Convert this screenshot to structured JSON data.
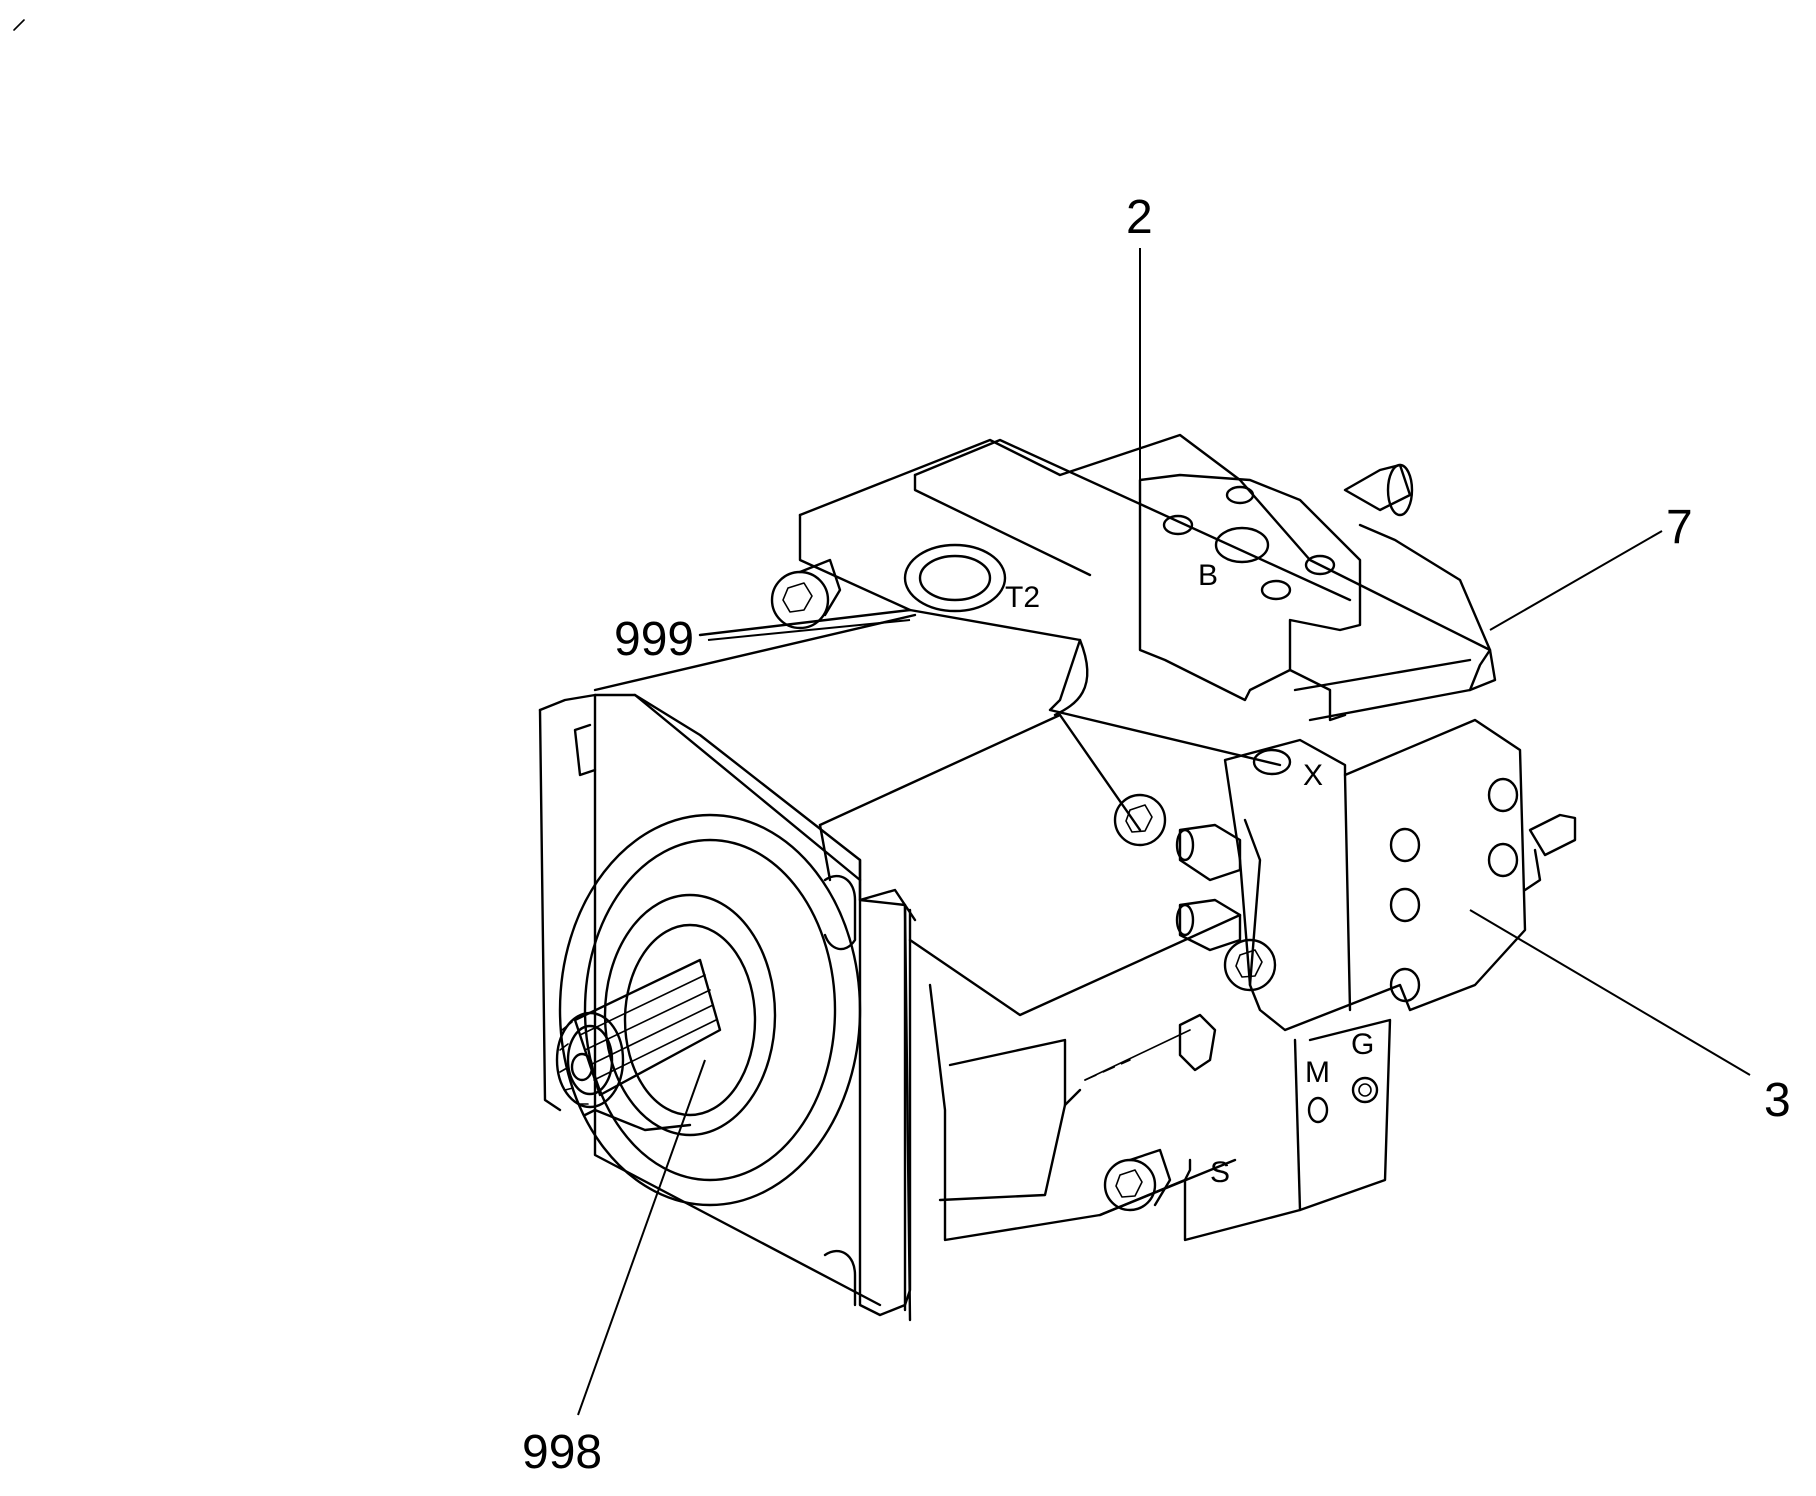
{
  "callouts": {
    "c2": "2",
    "c7": "7",
    "c3": "3",
    "c999": "999",
    "c998": "998"
  },
  "ports": {
    "b": "B",
    "t2": "T2",
    "x": "X",
    "m": "M",
    "g": "G",
    "s": "S"
  },
  "colors": {
    "ink": "#000000",
    "background": "#ffffff"
  }
}
